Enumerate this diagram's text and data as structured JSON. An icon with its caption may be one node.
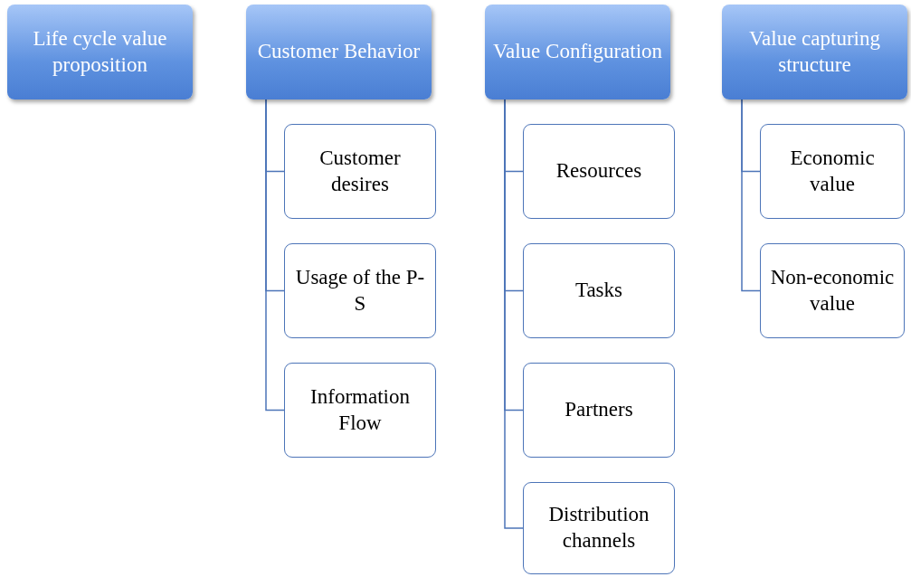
{
  "diagram": {
    "nodes": [
      {
        "text": [
          "Life cycle value proposition"
        ]
      },
      {
        "text": [
          "Customer Behavior"
        ]
      },
      {
        "text": [
          "Customer desires"
        ]
      },
      {
        "text": [
          "Usage of the P-S"
        ]
      },
      {
        "text": [
          "Information Flow"
        ]
      },
      {
        "text": [
          "Value Configuration"
        ]
      },
      {
        "text": [
          "Resources"
        ]
      },
      {
        "text": [
          "Tasks"
        ]
      },
      {
        "text": [
          "Partners"
        ]
      },
      {
        "text": [
          "Distribution channels"
        ]
      },
      {
        "text": [
          "Value capturing structure"
        ]
      },
      {
        "text": [
          "Economic value"
        ]
      },
      {
        "text": [
          "Non-economic value"
        ]
      }
    ],
    "edges": [
      {
        "from": 1,
        "to": 2,
        "arrow": "none"
      },
      {
        "from": 1,
        "to": 3,
        "arrow": "none"
      },
      {
        "from": 1,
        "to": 4,
        "arrow": "none"
      },
      {
        "from": 5,
        "to": 6,
        "arrow": "none"
      },
      {
        "from": 5,
        "to": 7,
        "arrow": "none"
      },
      {
        "from": 5,
        "to": 8,
        "arrow": "none"
      },
      {
        "from": 5,
        "to": 9,
        "arrow": "none"
      },
      {
        "from": 10,
        "to": 11,
        "arrow": "none"
      },
      {
        "from": 10,
        "to": 12,
        "arrow": "none"
      }
    ]
  }
}
